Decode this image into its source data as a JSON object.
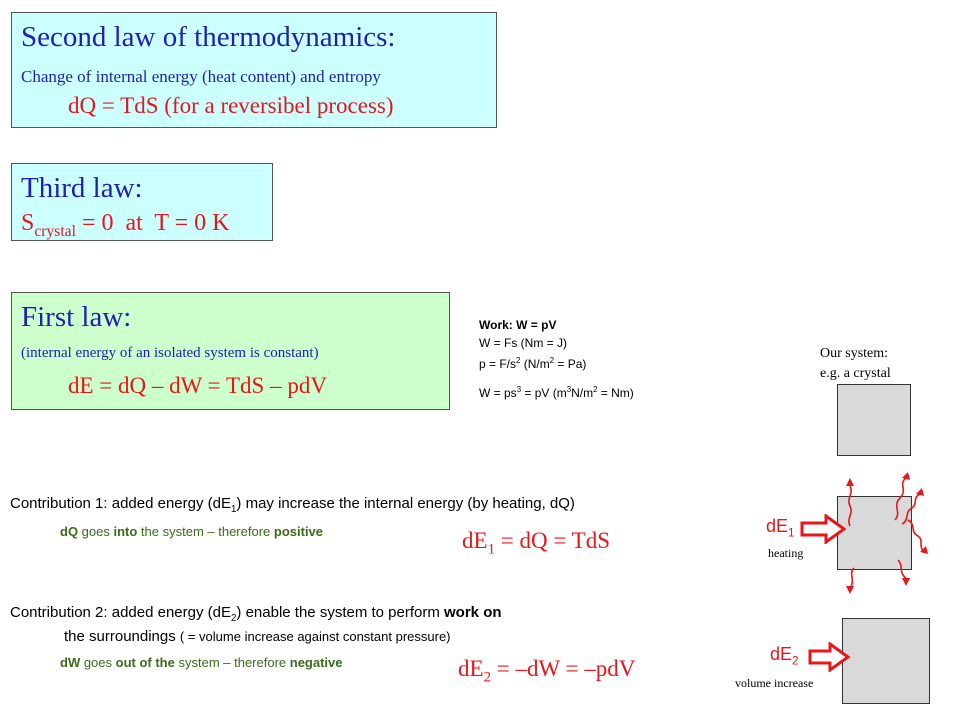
{
  "second_law": {
    "title": "Second law of thermodynamics:",
    "subtitle": "Change of internal energy (heat content) and entropy",
    "formula": "dQ = TdS (for a reversibel process)"
  },
  "third_law": {
    "title": "Third law:",
    "s_main": "S",
    "s_sub": "crystal",
    "rest": " = 0  at  T = 0 K"
  },
  "first_law": {
    "title": "First law:",
    "subtitle": "(internal energy of an isolated system is constant)",
    "formula": "dE = dQ – dW = TdS – pdV"
  },
  "work_notes": {
    "heading": "Work: W = pV",
    "line1": "W = Fs (Nm = J)",
    "line2_a": "p = F/s",
    "line2_sup": "2",
    "line2_b": " (N/m",
    "line2_sup2": "2",
    "line2_c": " = Pa)",
    "line3_a": "W = ps",
    "line3_sup": "3",
    "line3_b": " = pV (m",
    "line3_sup2": "3",
    "line3_c": "N/m",
    "line3_sup3": "2",
    "line3_d": " = Nm)"
  },
  "system_label": {
    "line1": "Our system:",
    "line2": "e.g. a crystal"
  },
  "contribution1": {
    "text_a": "Contribution 1: added energy (dE",
    "text_sub": "1",
    "text_b": ") may increase the internal energy (by heating, dQ)",
    "note_a": "dQ",
    "note_b": " goes ",
    "note_c": "into",
    "note_d": " the system – therefore ",
    "note_e": "positive",
    "formula_a": "dE",
    "formula_sub": "1",
    "formula_b": " = dQ = TdS",
    "arrow_label_a": "dE",
    "arrow_label_sub": "1",
    "arrow_caption": "heating"
  },
  "contribution2": {
    "text_a": "Contribution 2: added energy (dE",
    "text_sub": "2",
    "text_b": ") enable the system to perform ",
    "text_bold": "work on",
    "text_line2_a": "the surroundings ",
    "text_line2_b": "( = volume increase against constant pressure)",
    "note_a": "dW",
    "note_b": " goes ",
    "note_c": "out of the",
    "note_d": " system – therefore ",
    "note_e": "negative",
    "formula_a": "dE",
    "formula_sub": "2",
    "formula_b": " = –dW = –pdV",
    "arrow_label_a": "dE",
    "arrow_label_sub": "2",
    "arrow_caption": "volume increase"
  },
  "colors": {
    "blue_text": "#1f1fb4",
    "red_text": "#e8151b",
    "green_text": "#3a6b1a",
    "cyan_box": "#ccffff",
    "green_box": "#ccffcc"
  }
}
